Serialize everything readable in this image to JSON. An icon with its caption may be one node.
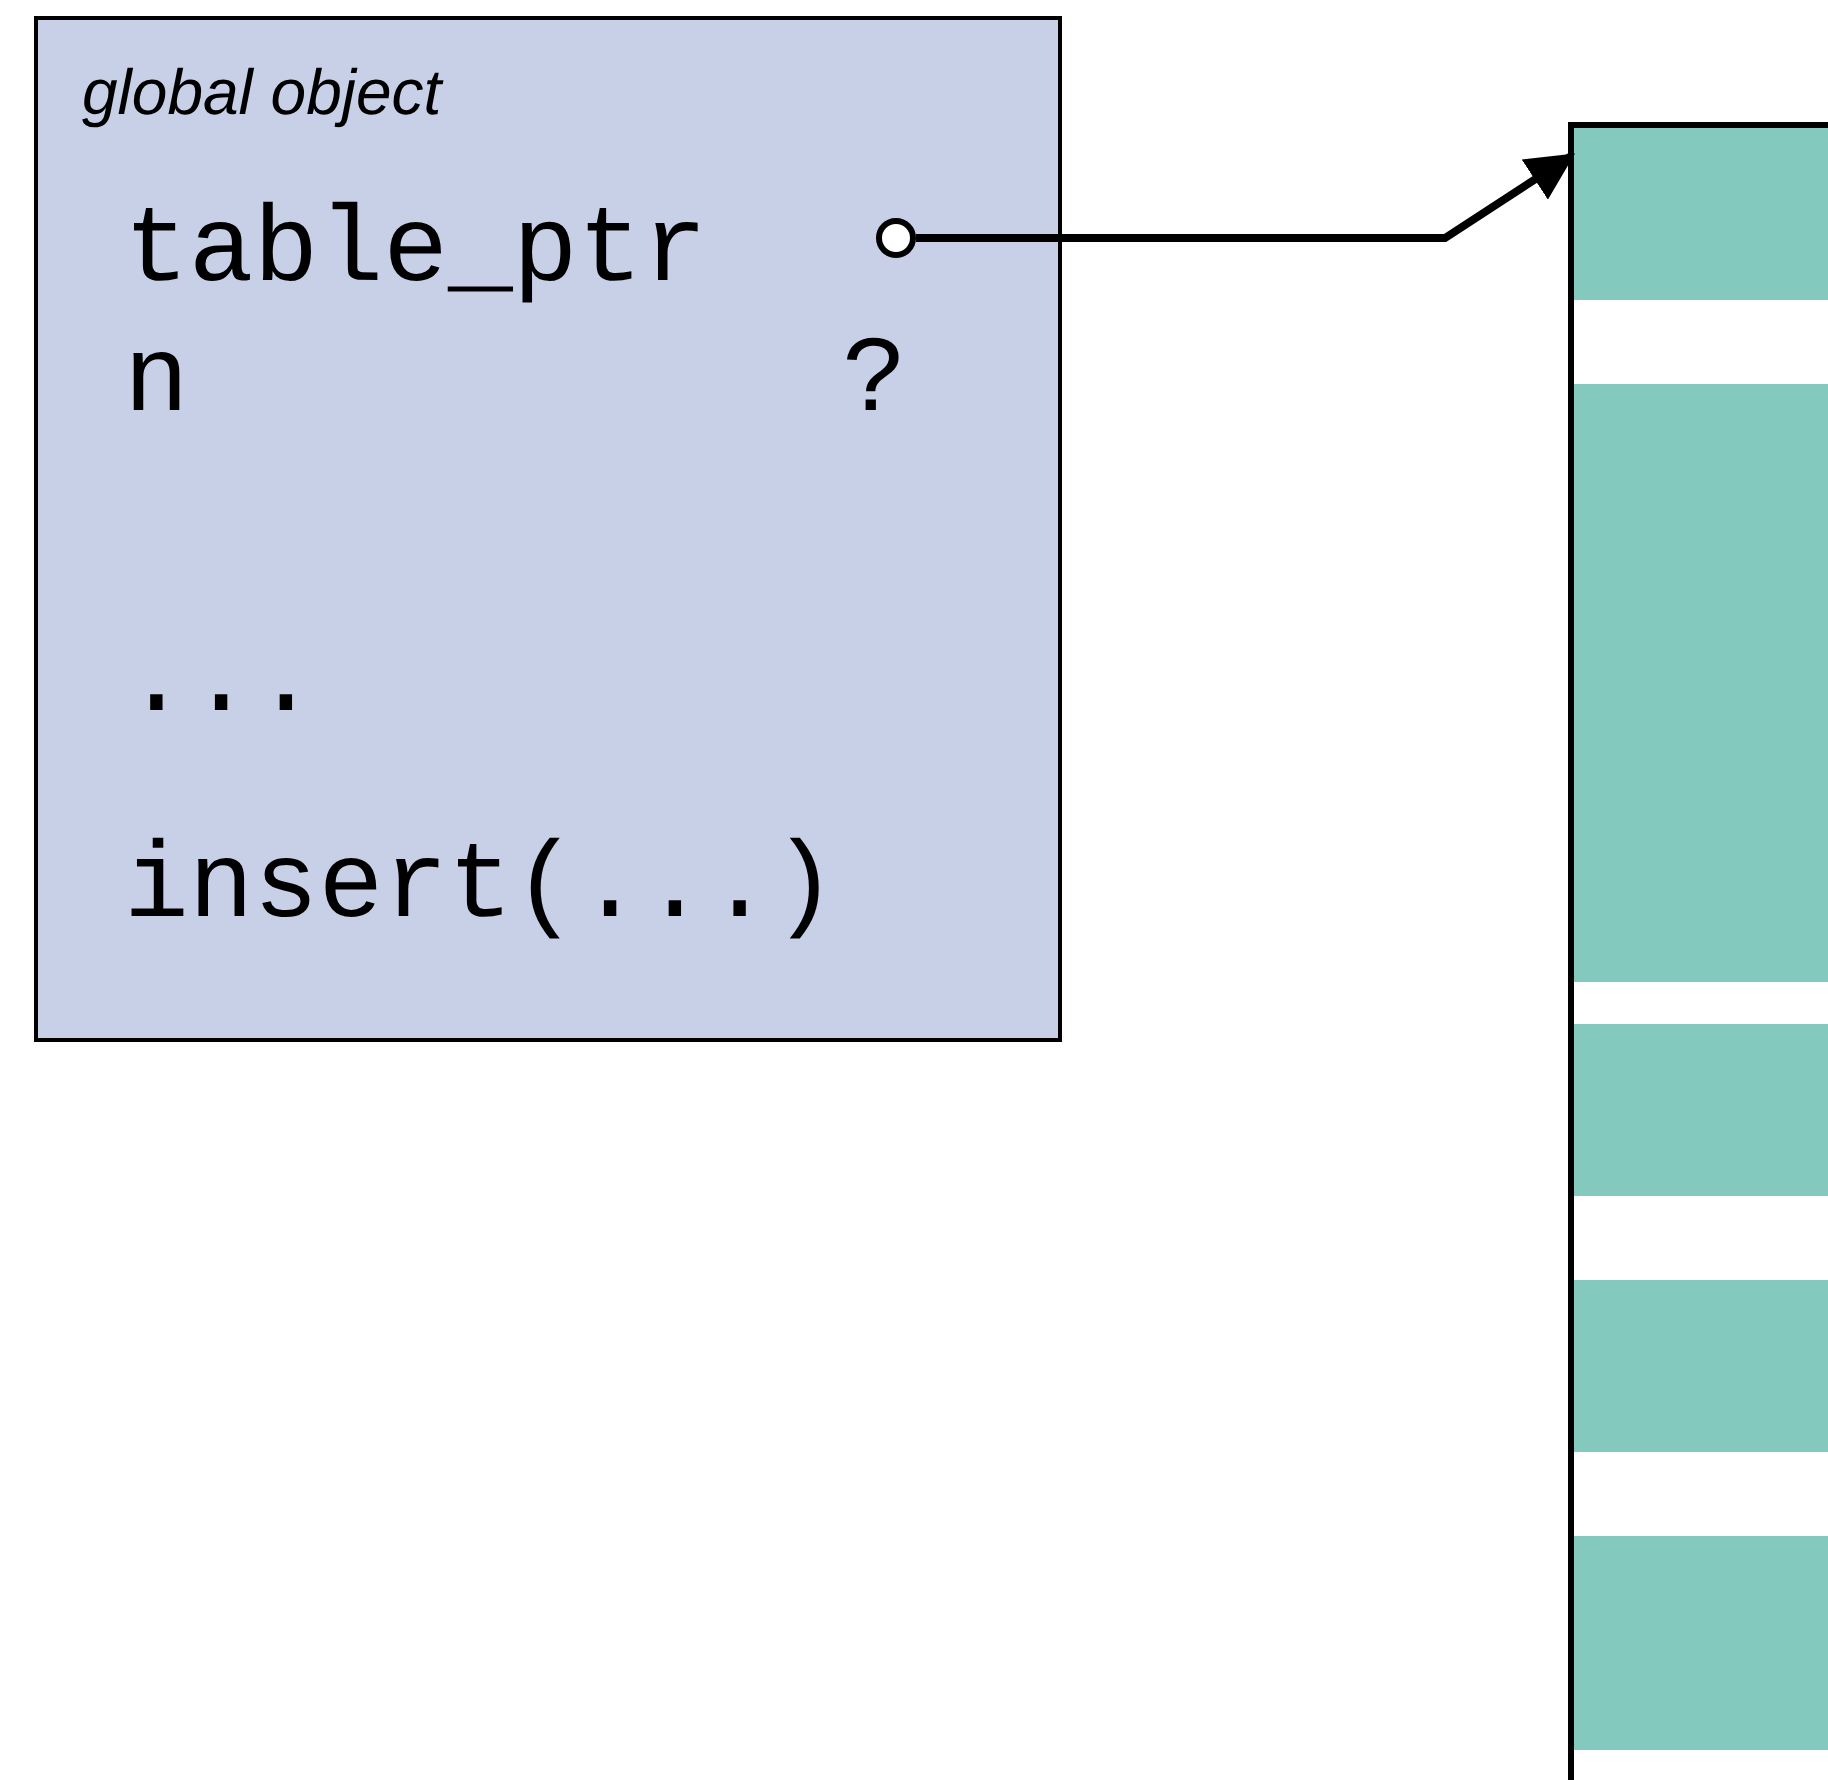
{
  "diagram": {
    "nodes": [
      {
        "text": [
          "global object",
          "table_ptr",
          "n",
          "?",
          "...",
          "insert(...)"
        ]
      },
      {
        "text": [],
        "shape": "circle",
        "in": 0
      },
      {
        "text": [],
        "shape": "box"
      }
    ],
    "edges": [
      {
        "from": 1,
        "to": 2,
        "arrow": "to"
      }
    ]
  }
}
